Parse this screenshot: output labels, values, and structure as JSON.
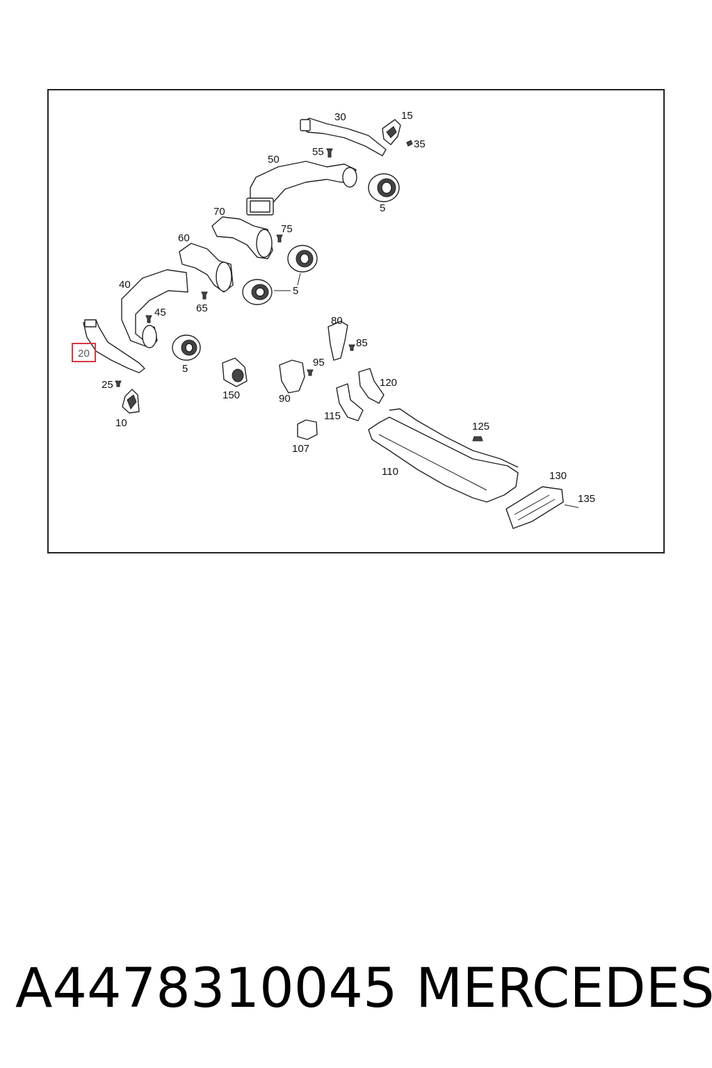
{
  "diagram": {
    "callouts": [
      "30",
      "15",
      "35",
      "55",
      "50",
      "5",
      "70",
      "75",
      "60",
      "5",
      "40",
      "65",
      "45",
      "5",
      "80",
      "85",
      "95",
      "90",
      "150",
      "120",
      "115",
      "107",
      "125",
      "110",
      "130",
      "135",
      "25",
      "10"
    ],
    "highlighted_callout": "20"
  },
  "footer": {
    "part_number": "A4478310045",
    "brand": "MERCEDES"
  },
  "colors": {
    "highlight": "#d9363e",
    "line": "#222222"
  }
}
